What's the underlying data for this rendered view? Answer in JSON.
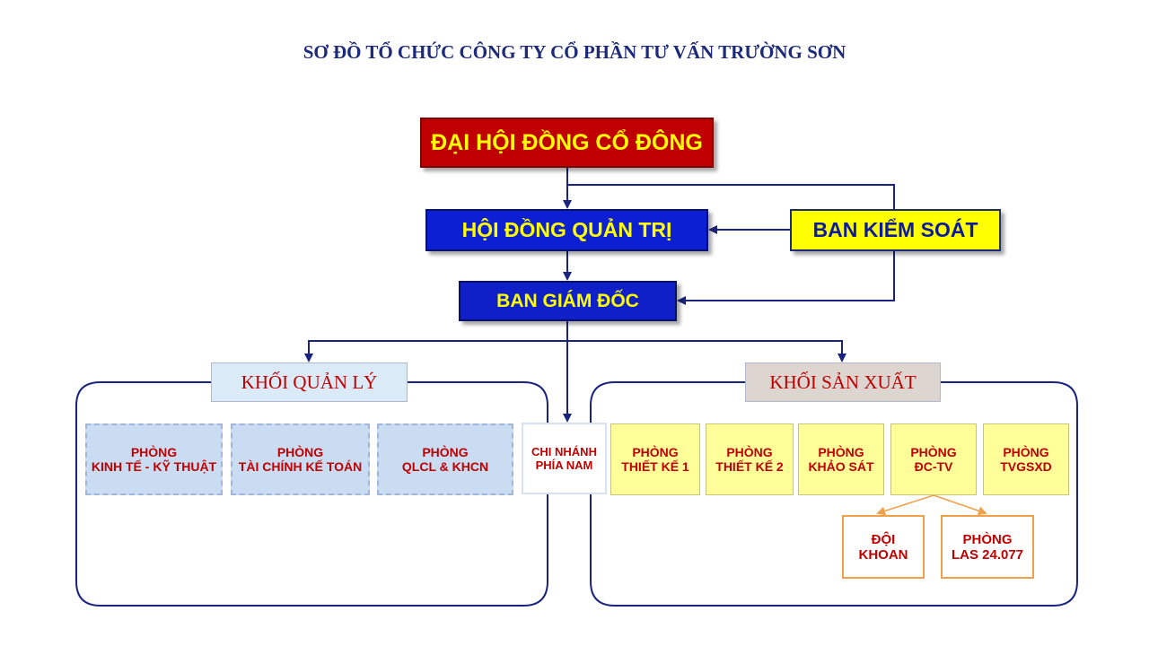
{
  "title": "SƠ ĐỒ TỔ CHỨC CÔNG TY CỔ PHẦN TƯ VẤN TRƯỜNG SƠN",
  "nodes": {
    "shareholders": "ĐẠI HỘI ĐỒNG CỔ ĐÔNG",
    "board": "HỘI ĐỒNG QUẢN TRỊ",
    "supervisory": "BAN KIỂM SOÁT",
    "directors": "BAN GIÁM ĐỐC",
    "management_block": "KHỐI QUẢN LÝ",
    "production_block": "KHỐI SẢN XUẤT",
    "management_depts": [
      {
        "line1": "PHÒNG",
        "line2": "KINH TẾ - KỸ THUẬT"
      },
      {
        "line1": "PHÒNG",
        "line2": "TÀI CHÍNH KẾ TOÁN"
      },
      {
        "line1": "PHÒNG",
        "line2": "QLCL & KHCN"
      }
    ],
    "branch": {
      "line1": "CHI NHÁNH",
      "line2": "PHÍA NAM"
    },
    "production_depts": [
      {
        "line1": "PHÒNG",
        "line2": "THIẾT KẾ 1"
      },
      {
        "line1": "PHÒNG",
        "line2": "THIẾT KẾ 2"
      },
      {
        "line1": "PHÒNG",
        "line2": "KHẢO SÁT"
      },
      {
        "line1": "PHÒNG",
        "line2": "ĐC-TV"
      },
      {
        "line1": "PHÒNG",
        "line2": "TVGSXD"
      }
    ],
    "sub_units": [
      {
        "line1": "ĐỘI",
        "line2": "KHOAN"
      },
      {
        "line1": "PHÒNG",
        "line2": "LAS 24.077"
      }
    ]
  },
  "colors": {
    "title": "#1d2a7a",
    "shareholders_bg": "#c00000",
    "board_bg": "#0c1fd2",
    "supervisory_bg": "#ffff00",
    "connector": "#1a237e",
    "sub_connector": "#f0a048",
    "dept_text": "#c00000"
  }
}
